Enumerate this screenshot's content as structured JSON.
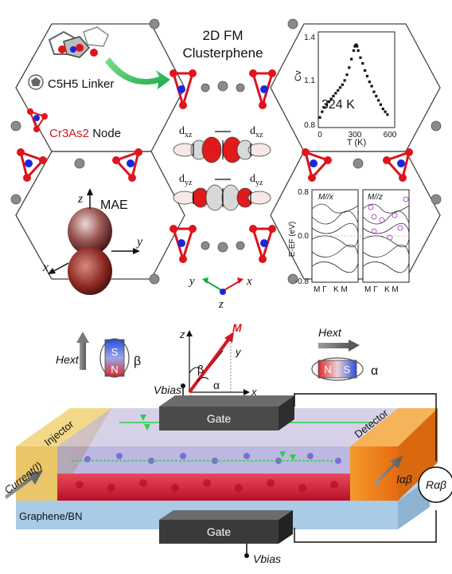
{
  "top": {
    "title_line1": "2D FM",
    "title_line2": "Clusterphene",
    "linker_label": "C5H5 Linker",
    "node_label_cr": "Cr3As2",
    "node_label_rest": " Node",
    "mae_label": "MAE",
    "orbitals": [
      "dxz",
      "dxz",
      "dyz",
      "dyz"
    ],
    "axes_3d": {
      "z": "z",
      "x": "x",
      "y": "y"
    },
    "axes_bottom": {
      "y": "y",
      "x": "x",
      "z": "z"
    }
  },
  "cv_panel": {
    "ylabel": "Cv",
    "xlabel": "T (K)",
    "annotation": "324 K",
    "yticks": [
      "1.4",
      "1.1",
      "0.8"
    ],
    "xticks": [
      "0",
      "300",
      "600"
    ]
  },
  "cv_chart": {
    "type": "scatter",
    "x": [
      0,
      20,
      40,
      60,
      80,
      100,
      120,
      140,
      160,
      180,
      200,
      220,
      240,
      260,
      280,
      300,
      310,
      320,
      324,
      330,
      340,
      360,
      380,
      400,
      420,
      440,
      460,
      480,
      500,
      520,
      540,
      560,
      580,
      600
    ],
    "y": [
      0.86,
      0.9,
      0.93,
      0.95,
      0.97,
      0.99,
      1.01,
      1.03,
      1.05,
      1.07,
      1.09,
      1.12,
      1.16,
      1.21,
      1.27,
      1.33,
      1.36,
      1.37,
      1.37,
      1.36,
      1.33,
      1.28,
      1.24,
      1.19,
      1.15,
      1.11,
      1.08,
      1.04,
      1.01,
      0.98,
      0.95,
      0.92,
      0.9,
      0.88
    ],
    "xlim": [
      0,
      650
    ],
    "ylim": [
      0.8,
      1.45
    ]
  },
  "bands": {
    "ylabel": "E-EF (eV)",
    "yticks": [
      "0.8",
      "0.0",
      "-0.8"
    ],
    "panel_left_label": "M//x",
    "panel_right_label": "M//z",
    "kpoints": "M Γ   K M"
  },
  "device": {
    "hext_label": "Hext",
    "spin_s": "S",
    "spin_n": "N",
    "beta": "β",
    "alpha": "α",
    "m_label": "M",
    "axis_z": "z",
    "axis_y": "y",
    "axis_x": "x",
    "vbias": "Vbias",
    "gate": "Gate",
    "injector": "Injector",
    "detector": "Detector",
    "current": "Current(I)",
    "i_label": "Iαβ",
    "r_label": "Rαβ",
    "substrate": "Graphene/BN"
  }
}
